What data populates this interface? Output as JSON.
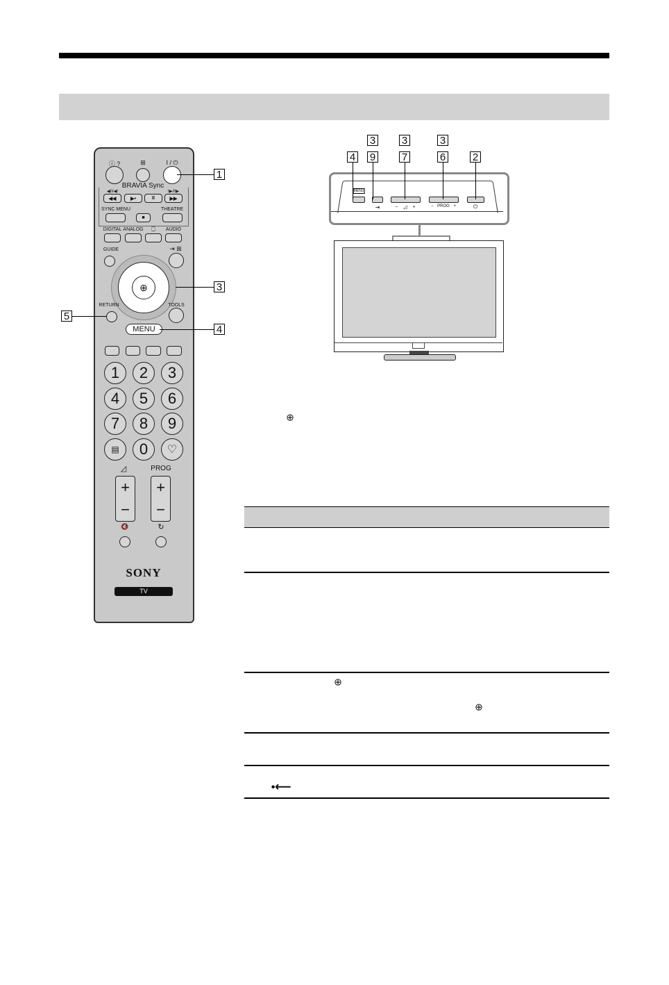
{
  "remote": {
    "top_labels": [
      "ⓘ ?",
      "⊞",
      "I / ⏻"
    ],
    "bravia_sync": "BRAVIA Sync",
    "playback_labels": [
      "◀II/◀I",
      "I▶/II▶"
    ],
    "playback_buttons": [
      "◀◀",
      "▶•",
      "II",
      "▶▶"
    ],
    "sync_menu": "SYNC MENU",
    "stop": "■",
    "theatre": "THEATRE",
    "source_labels": [
      "DIGITAL",
      "ANALOG",
      "⎕",
      "AUDIO"
    ],
    "guide": "GUIDE",
    "input_label": "⇥ ⊞",
    "return": "RETURN",
    "tools": "TOOLS",
    "menu": "MENU",
    "numbers": [
      "1",
      "2",
      "3",
      "4",
      "5",
      "6",
      "7",
      "8",
      "9",
      "▤",
      "0",
      "♡"
    ],
    "vol_label": "◿",
    "prog_label": "PROG",
    "plus": "+",
    "minus": "−",
    "mute_icon": "🔇",
    "jump_icon": "↻",
    "brand": "SONY",
    "tv": "TV",
    "callouts": {
      "power": "1",
      "dpad": "3",
      "menu": "4",
      "return": "5"
    }
  },
  "tv_panel": {
    "callouts_top": [
      "3",
      "3",
      "3"
    ],
    "callouts": [
      "4",
      "9",
      "7",
      "6",
      "2"
    ],
    "menu_label": "MENU",
    "input_label": "⇥",
    "vol_label": "− ◿ +",
    "prog_label": "− PROG +",
    "power_label": "⏻"
  },
  "body": {
    "enter_icon": "⊕",
    "table_icons": [
      "⊕",
      "⊕"
    ],
    "return_icon": "•⟵"
  }
}
